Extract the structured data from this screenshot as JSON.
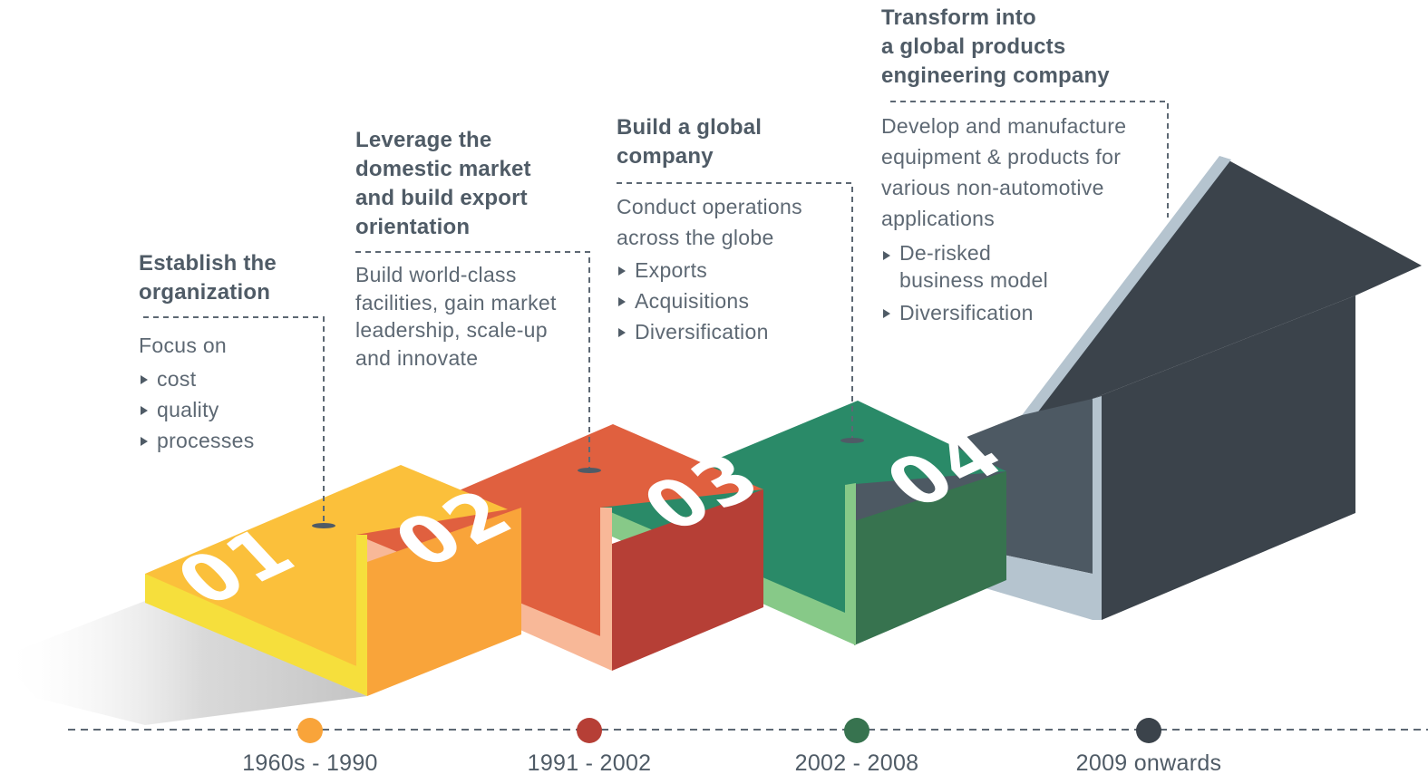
{
  "stages": [
    {
      "number": "01",
      "title": "Establish the\norganization",
      "intro": "Focus on",
      "bullets": [
        "cost",
        "quality",
        "processes"
      ],
      "period": "1960s - 1990",
      "colors": {
        "top": "#fbc03b",
        "front": "#f9a43a",
        "edge": "#f6df3c",
        "dot": "#f9a43a"
      }
    },
    {
      "number": "02",
      "title": "Leverage the\ndomestic market\nand build export\norientation",
      "intro": "Build world-class\nfacilities, gain market\nleadership, scale-up\nand innovate",
      "bullets": [],
      "period": "1991 - 2002",
      "colors": {
        "top": "#e0603f",
        "front": "#b63f36",
        "edge": "#f8b898",
        "dot": "#b63f36"
      }
    },
    {
      "number": "03",
      "title": "Build a global\ncompany",
      "intro": "Conduct operations\nacross the globe",
      "bullets": [
        "Exports",
        "Acquisitions",
        "Diversification"
      ],
      "period": "2002 - 2008",
      "colors": {
        "top": "#2a8a68",
        "front": "#37734f",
        "edge": "#87c988",
        "dot": "#37734f"
      }
    },
    {
      "number": "04",
      "title": "Transform into\na global products\nengineering company",
      "intro": "Develop and manufacture\nequipment & products for\nvarious non-automotive\napplications",
      "bullets": [
        "De-risked\nbusiness model",
        "Diversification"
      ],
      "period": "2009 onwards",
      "colors": {
        "top": "#4d5963",
        "front": "#3b434b",
        "edge": "#b5c4cf",
        "dot": "#3b434b"
      }
    }
  ]
}
